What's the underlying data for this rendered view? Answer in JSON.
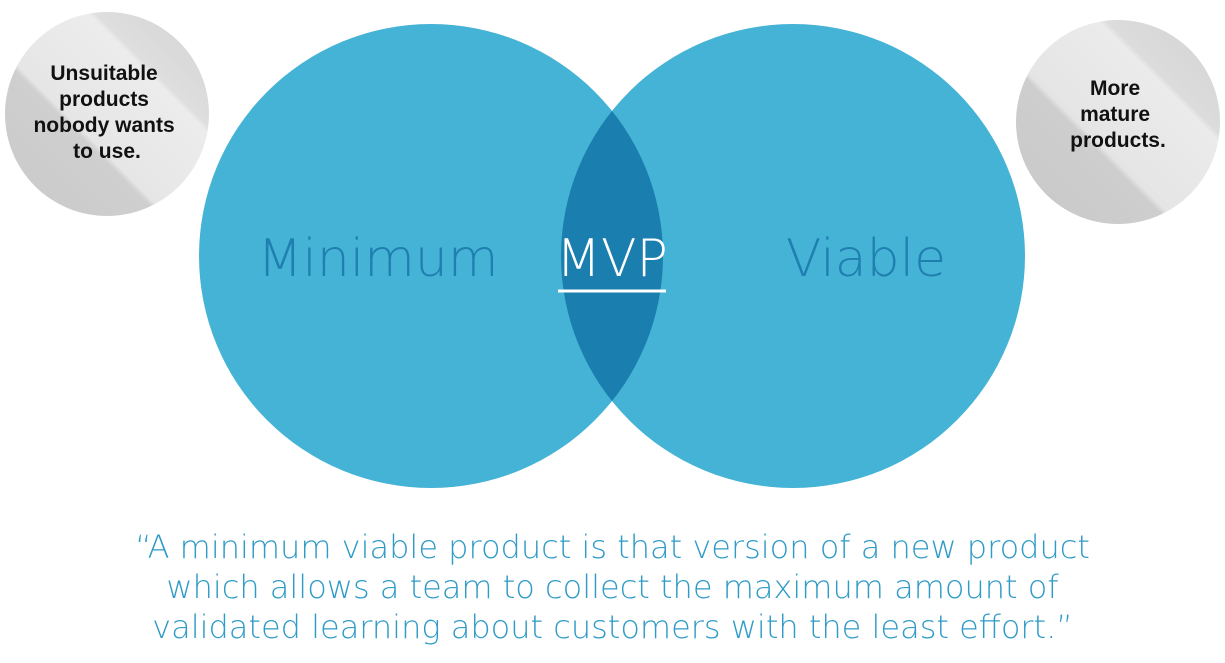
{
  "diagram": {
    "left_circle_label": "Minimum",
    "right_circle_label": "Viable",
    "intersection_label": "MVP",
    "left_badge_lines": [
      "Unsuitable",
      "products",
      "nobody wants",
      "to use."
    ],
    "right_badge_lines": [
      "More",
      "mature",
      "products."
    ]
  },
  "quote": {
    "lines": [
      "“A minimum viable product is that version of a new product",
      "which allows a team to collect the maximum amount of",
      "validated learning about customers with the least effort.”"
    ]
  },
  "colors": {
    "circle_fill": "#45b3d5",
    "intersection_fill": "#1a7eae",
    "label_text": "#1e7fb0",
    "intersection_text": "#ffffff",
    "quote_text": "#2f9bc6"
  }
}
